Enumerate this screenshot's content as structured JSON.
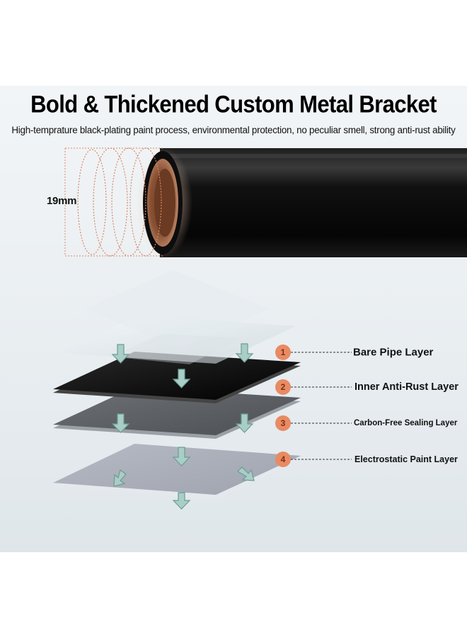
{
  "header": {
    "title": "Bold & Thickened Custom Metal Bracket",
    "subtitle": "High-temprature black-plating paint process, environmental protection, no peculiar smell, strong anti-rust ability"
  },
  "pipe": {
    "diameter_label": "19mm"
  },
  "layers": [
    {
      "number": "1",
      "label": "Bare Pipe Layer"
    },
    {
      "number": "2",
      "label": "Inner Anti-Rust Layer"
    },
    {
      "number": "3",
      "label": "Carbon-Free Sealing Layer"
    },
    {
      "number": "4",
      "label": "Electrostatic Paint Layer"
    }
  ],
  "colors": {
    "accent_badge": "#e98a63",
    "pipe_black": "#0d0d0d",
    "copper": "#a8704d"
  }
}
